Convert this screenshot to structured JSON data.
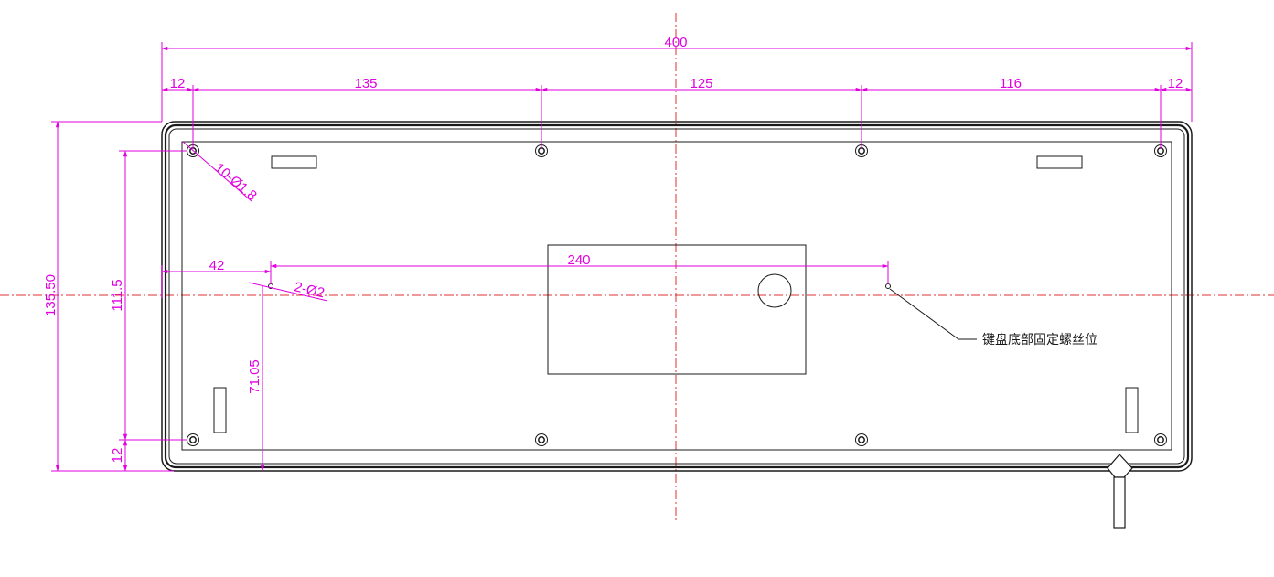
{
  "colors": {
    "outline": "#1a1a1a",
    "dimension": "#e000e0",
    "centerline": "#e03030",
    "background": "#ffffff"
  },
  "dimensions": {
    "overall_width": "400",
    "left_margin": "12",
    "span_1": "135",
    "span_2": "125",
    "span_3": "116",
    "right_margin": "12",
    "overall_height": "135.50",
    "hole_spacing_vertical": "111.5",
    "bottom_margin": "12",
    "center_offset_height": "71.05",
    "left_offset": "42",
    "fixing_span": "240"
  },
  "callouts": {
    "screw_holes": "10-Ø1.8",
    "fixing_holes": "2-Ø2",
    "fixing_note": "键盘底部固定螺丝位"
  }
}
